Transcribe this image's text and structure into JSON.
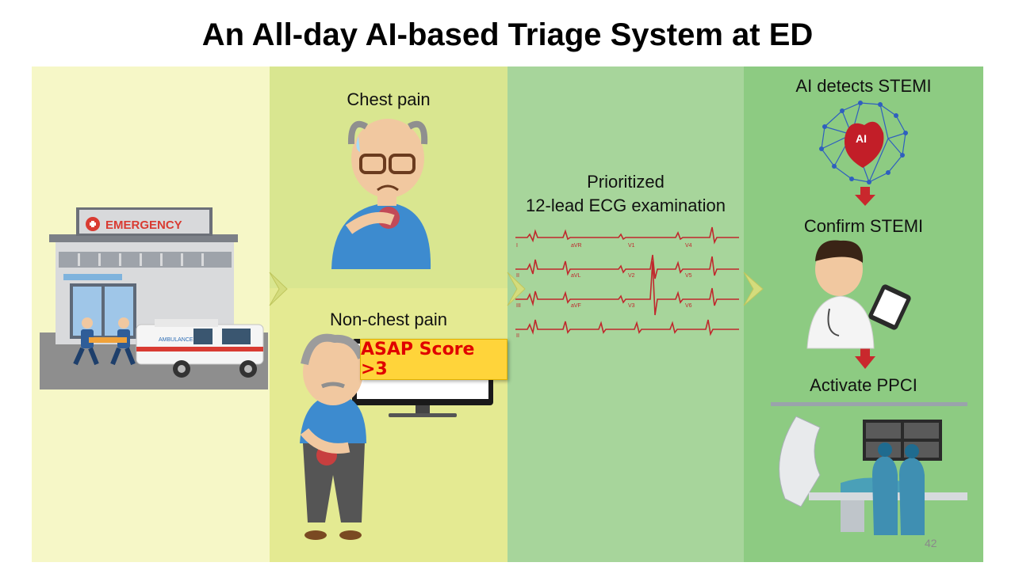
{
  "title": "An All-day AI-based Triage System at ED",
  "emergency_sign": "EMERGENCY",
  "ambulance_text": "AMBULANCE",
  "patients": {
    "chest_pain": "Chest pain",
    "non_chest_pain": "Non-chest pain"
  },
  "score_badge": "ASAP Score >3",
  "ecg": {
    "caption_line1": "Prioritized",
    "caption_line2": "12-lead ECG examination",
    "leads": [
      "I",
      "aVR",
      "V1",
      "V4",
      "II",
      "aVL",
      "V2",
      "V5",
      "III",
      "aVF",
      "V3",
      "V6",
      "II"
    ]
  },
  "workflow": {
    "step1": "AI detects STEMI",
    "ai_chip": "AI",
    "step2": "Confirm STEMI",
    "step3": "Activate PPCI"
  },
  "page_number": "42",
  "colors": {
    "panel1": "#f6f7c7",
    "panel2": "#e4ea92",
    "panel3": "#a7d59b",
    "panel4": "#8dcb82",
    "ecg_trace": "#c0282d",
    "arrow": "#c9282d",
    "badge_bg": "#ffd43a",
    "badge_text": "#e00000"
  }
}
